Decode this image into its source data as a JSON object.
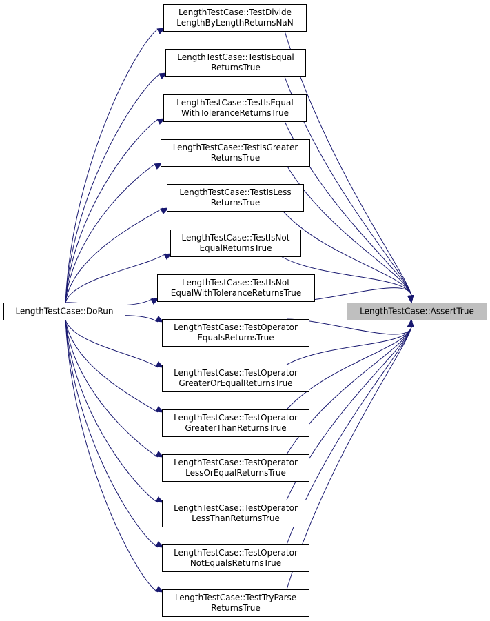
{
  "graph": {
    "source": {
      "id": "dorun",
      "lines": [
        "LengthTestCase::DoRun"
      ]
    },
    "target": {
      "id": "asserttrue",
      "lines": [
        "LengthTestCase::AssertTrue"
      ]
    },
    "tests": [
      {
        "id": "t1",
        "lines": [
          "LengthTestCase::TestDivide",
          "LengthByLengthReturnsNaN"
        ]
      },
      {
        "id": "t2",
        "lines": [
          "LengthTestCase::TestIsEqual",
          "ReturnsTrue"
        ]
      },
      {
        "id": "t3",
        "lines": [
          "LengthTestCase::TestIsEqual",
          "WithToleranceReturnsTrue"
        ]
      },
      {
        "id": "t4",
        "lines": [
          "LengthTestCase::TestIsGreater",
          "ReturnsTrue"
        ]
      },
      {
        "id": "t5",
        "lines": [
          "LengthTestCase::TestIsLess",
          "ReturnsTrue"
        ]
      },
      {
        "id": "t6",
        "lines": [
          "LengthTestCase::TestIsNot",
          "EqualReturnsTrue"
        ]
      },
      {
        "id": "t7",
        "lines": [
          "LengthTestCase::TestIsNot",
          "EqualWithToleranceReturnsTrue"
        ]
      },
      {
        "id": "t8",
        "lines": [
          "LengthTestCase::TestOperator",
          "EqualsReturnsTrue"
        ]
      },
      {
        "id": "t9",
        "lines": [
          "LengthTestCase::TestOperator",
          "GreaterOrEqualReturnsTrue"
        ]
      },
      {
        "id": "t10",
        "lines": [
          "LengthTestCase::TestOperator",
          "GreaterThanReturnsTrue"
        ]
      },
      {
        "id": "t11",
        "lines": [
          "LengthTestCase::TestOperator",
          "LessOrEqualReturnsTrue"
        ]
      },
      {
        "id": "t12",
        "lines": [
          "LengthTestCase::TestOperator",
          "LessThanReturnsTrue"
        ]
      },
      {
        "id": "t13",
        "lines": [
          "LengthTestCase::TestOperator",
          "NotEqualsReturnsTrue"
        ]
      },
      {
        "id": "t14",
        "lines": [
          "LengthTestCase::TestTryParse",
          "ReturnsTrue"
        ]
      }
    ],
    "edges": [
      {
        "from": "dorun",
        "to": "t1"
      },
      {
        "from": "dorun",
        "to": "t2"
      },
      {
        "from": "dorun",
        "to": "t3"
      },
      {
        "from": "dorun",
        "to": "t4"
      },
      {
        "from": "dorun",
        "to": "t5"
      },
      {
        "from": "dorun",
        "to": "t6"
      },
      {
        "from": "dorun",
        "to": "t7"
      },
      {
        "from": "dorun",
        "to": "t8"
      },
      {
        "from": "dorun",
        "to": "t9"
      },
      {
        "from": "dorun",
        "to": "t10"
      },
      {
        "from": "dorun",
        "to": "t11"
      },
      {
        "from": "dorun",
        "to": "t12"
      },
      {
        "from": "dorun",
        "to": "t13"
      },
      {
        "from": "dorun",
        "to": "t14"
      },
      {
        "from": "t1",
        "to": "asserttrue"
      },
      {
        "from": "t2",
        "to": "asserttrue"
      },
      {
        "from": "t3",
        "to": "asserttrue"
      },
      {
        "from": "t4",
        "to": "asserttrue"
      },
      {
        "from": "t5",
        "to": "asserttrue"
      },
      {
        "from": "t6",
        "to": "asserttrue"
      },
      {
        "from": "t7",
        "to": "asserttrue"
      },
      {
        "from": "t8",
        "to": "asserttrue"
      },
      {
        "from": "t9",
        "to": "asserttrue"
      },
      {
        "from": "t10",
        "to": "asserttrue"
      },
      {
        "from": "t11",
        "to": "asserttrue"
      },
      {
        "from": "t12",
        "to": "asserttrue"
      },
      {
        "from": "t13",
        "to": "asserttrue"
      },
      {
        "from": "t14",
        "to": "asserttrue"
      },
      {
        "from": "dorun",
        "to": "asserttrue"
      }
    ],
    "colors": {
      "edge": "#191970",
      "focus_fill": "#bfbfbf",
      "node_fill": "#ffffff",
      "node_border": "#000000"
    }
  }
}
